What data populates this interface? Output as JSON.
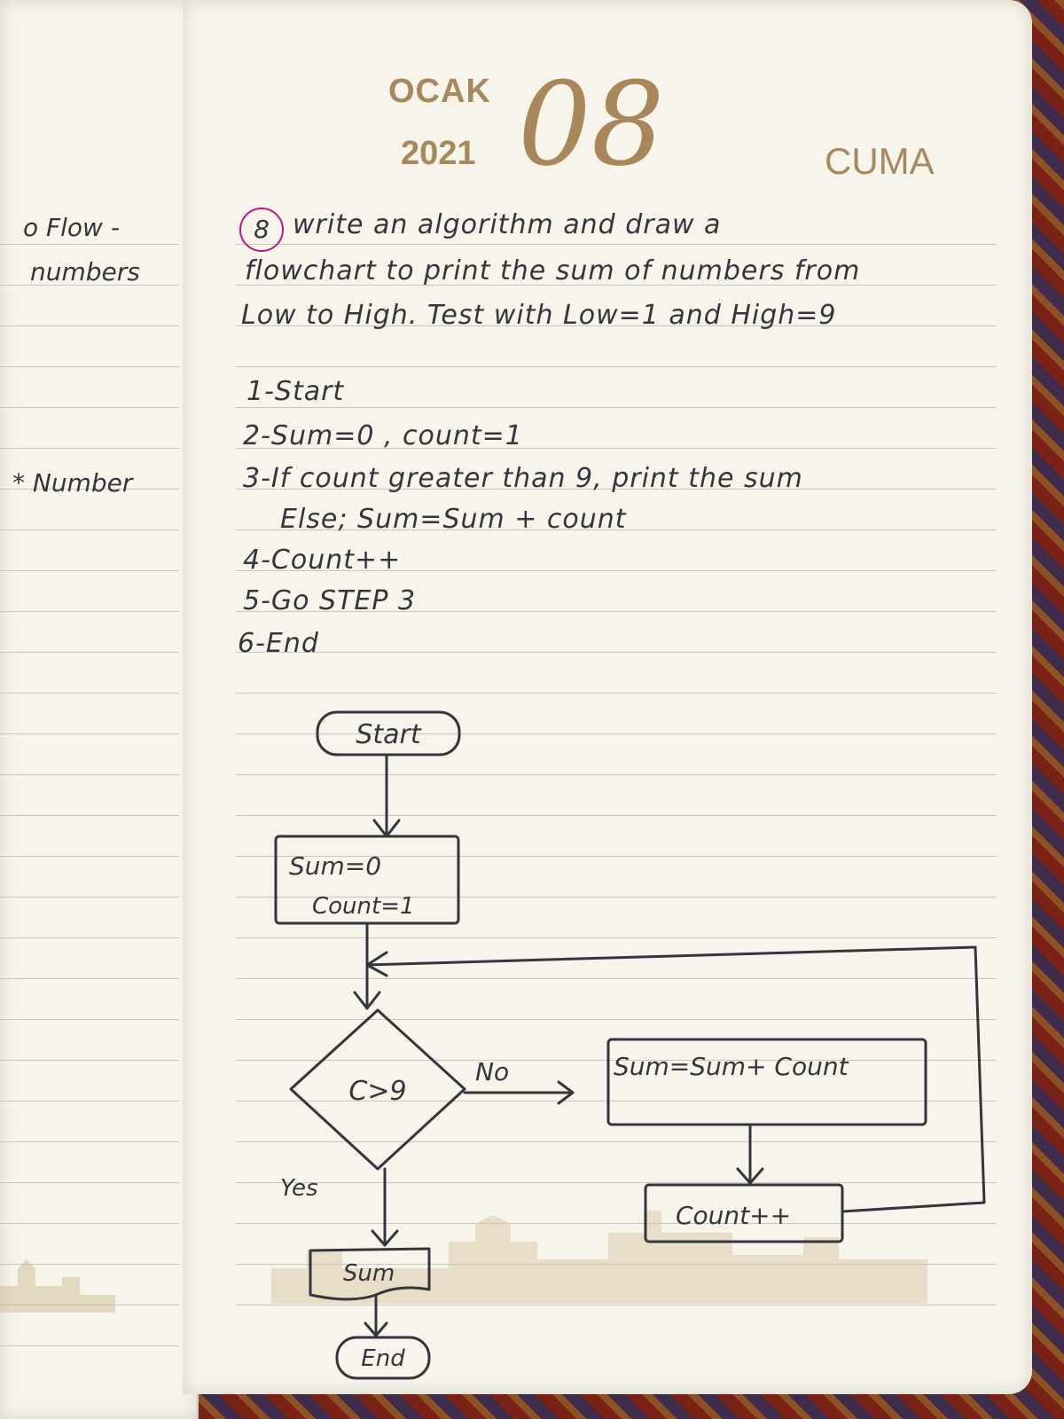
{
  "header": {
    "month": "OCAK",
    "year": "2021",
    "day": "08",
    "weekday": "CUMA"
  },
  "left_page": {
    "notes": [
      "o Flow -",
      "numbers",
      "* Number"
    ]
  },
  "question": {
    "number": "8",
    "lines": [
      "write an algorithm and draw a",
      "flowchart to print the sum of numbers from",
      "Low to High. Test with Low=1 and High=9"
    ]
  },
  "algorithm_steps": [
    "1-Start",
    "2-Sum=0 , count=1",
    "3-If count greater than 9, print the sum",
    "Else; Sum=Sum + count",
    "4-Count++",
    "5-Go STEP 3",
    "6-End"
  ],
  "flowchart": {
    "start": "Start",
    "init_line1": "Sum=0",
    "init_line2": "Count=1",
    "decision": "C>9",
    "no_label": "No",
    "yes_label": "Yes",
    "process": "Sum=Sum+ Count",
    "increment": "Count++",
    "output": "Sum",
    "end": "End"
  },
  "colors": {
    "ink": "#34363c",
    "header_gold": "#a68a5e",
    "circle_magenta": "#c2187a",
    "paper": "#f7f4ec"
  }
}
